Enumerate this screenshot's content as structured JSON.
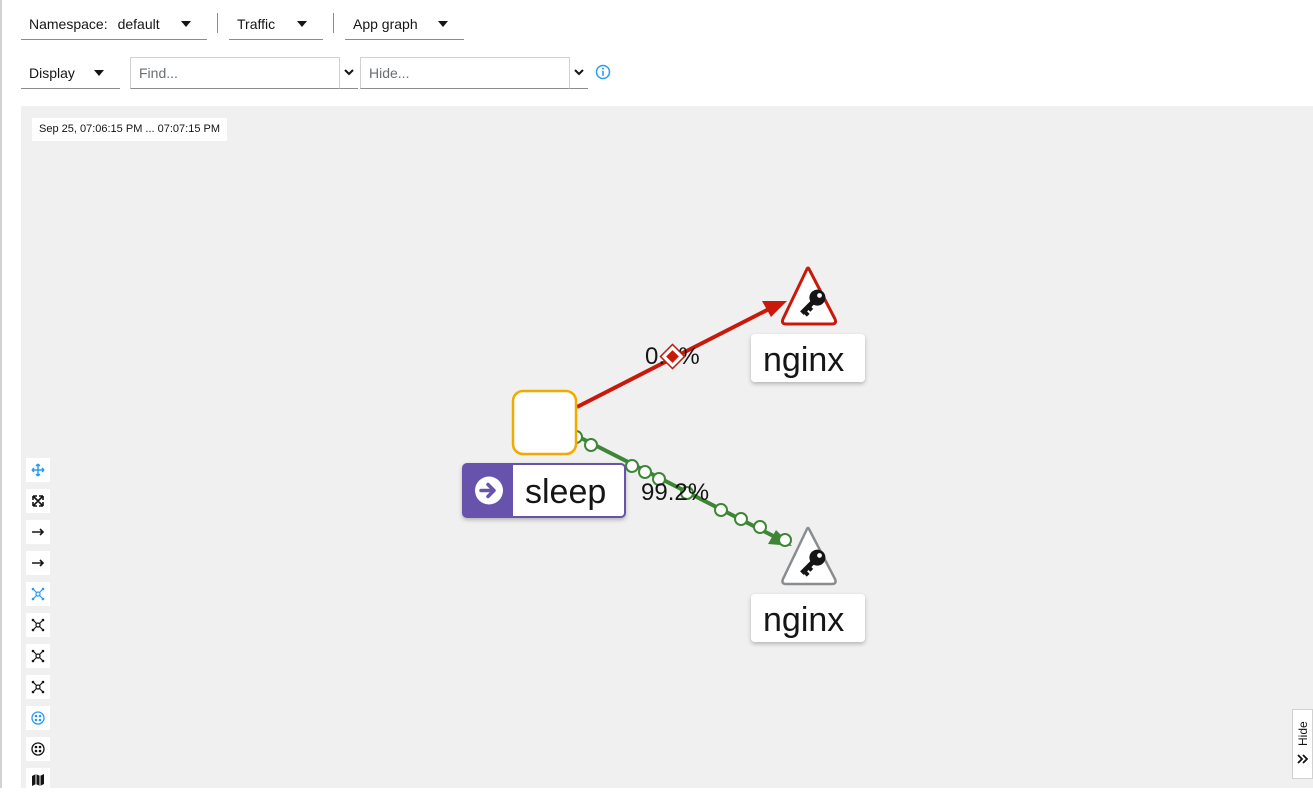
{
  "toolbar": {
    "namespace_label": "Namespace:",
    "namespace_value": "default",
    "traffic_label": "Traffic",
    "graph_type_label": "App graph",
    "display_label": "Display",
    "find_placeholder": "Find...",
    "hide_placeholder": "Hide..."
  },
  "graph": {
    "timestamp": "Sep 25, 07:06:15 PM ... 07:07:15 PM",
    "nodes": {
      "source": "sleep",
      "target_error": "nginx",
      "target_ok": "nginx"
    },
    "edges": {
      "error_label": "0.8%",
      "ok_label": "99.2%"
    }
  },
  "side_toolbar": [
    "pan-icon",
    "fit-icon",
    "layout-arrow-icon",
    "layout-arrow-icon",
    "layout-default-icon",
    "layout-cola-icon",
    "layout-dagre-icon",
    "layout-grid-icon",
    "namespace-layout-icon",
    "namespace-box-icon",
    "legend-map-icon"
  ],
  "hide_panel_label": "Hide",
  "colors": {
    "accent": "#2b9af3",
    "error_edge": "#c9190b",
    "ok_edge": "#3e8635",
    "source_node_border": "#f0ab00",
    "service_badge": "#6753ac"
  }
}
